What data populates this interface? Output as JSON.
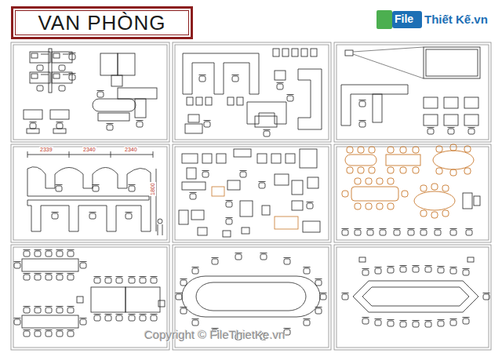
{
  "diagram": {
    "title": "VAN PHÒNG",
    "labels": [
      "2339",
      "2340",
      "2340",
      "1800",
      "File",
      "Thiết Kế.vn",
      "Copyright © FileThietKe.vn"
    ]
  }
}
